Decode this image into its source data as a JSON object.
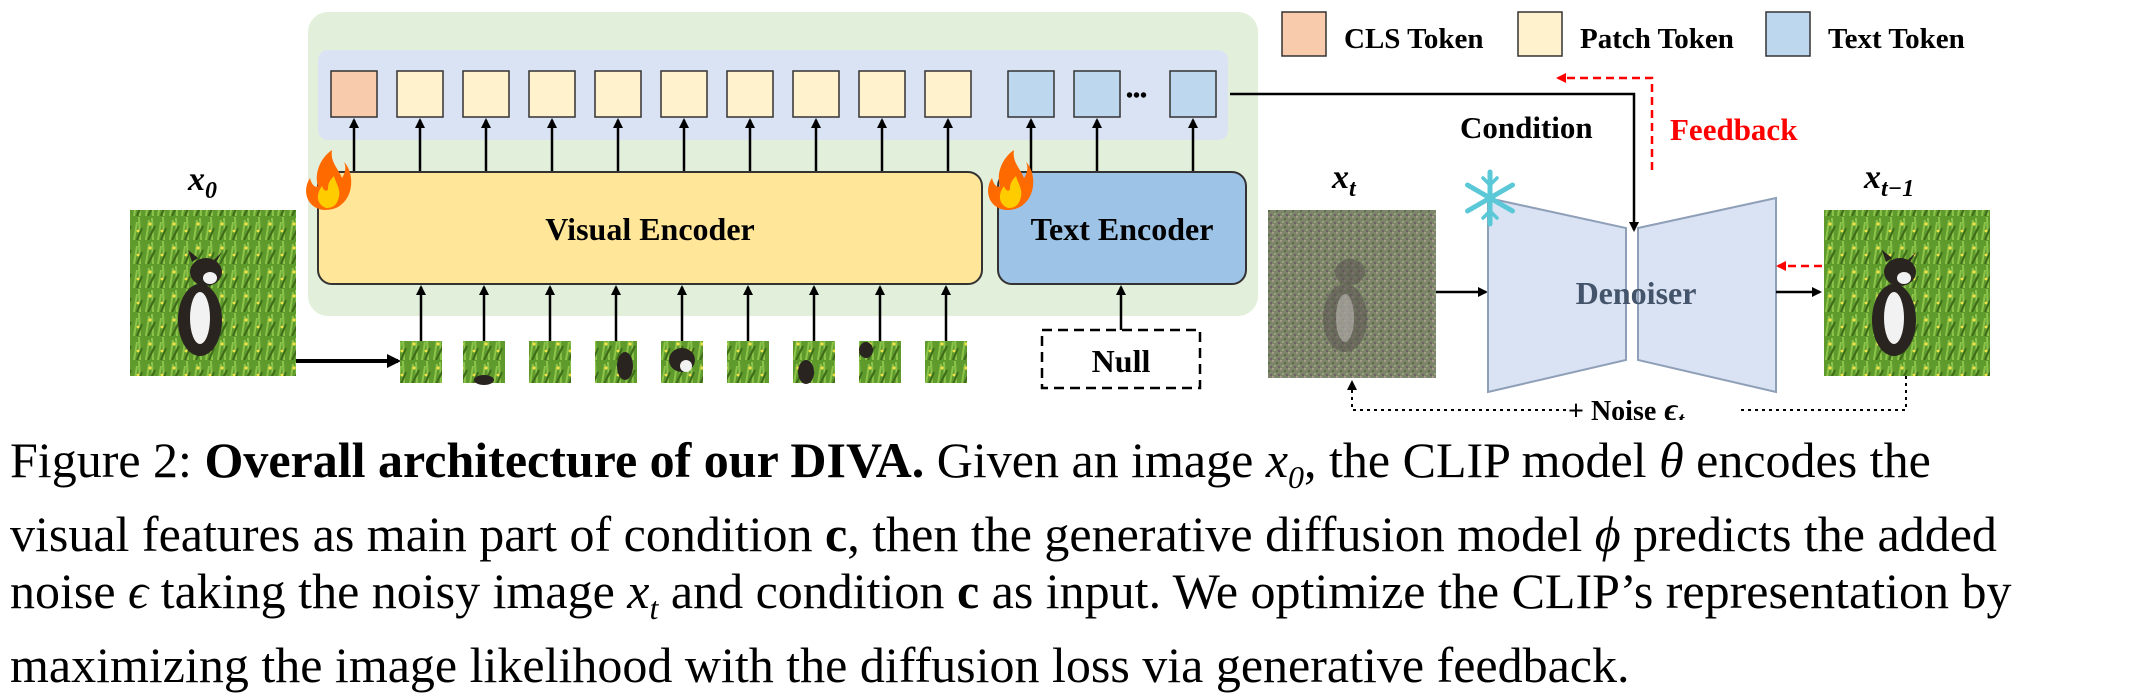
{
  "legend": {
    "cls": "CLS Token",
    "patch": "Patch Token",
    "text": "Text Token"
  },
  "labels": {
    "x0": "x",
    "x0_sub": "0",
    "xt": "x",
    "xt_sub": "t",
    "xt1": "x",
    "xt1_sub": "t−1",
    "visual_encoder": "Visual Encoder",
    "text_encoder": "Text Encoder",
    "null": "Null",
    "condition": "Condition",
    "feedback": "Feedback",
    "denoiser": "Denoiser",
    "noise": "+ Noise",
    "noise_sym": "ϵ",
    "noise_sub": "t",
    "ellipsis": "•••"
  },
  "colors": {
    "cls": "#f8cbad",
    "patch": "#fff2cc",
    "text_token": "#bdd7ee",
    "clip_bg": "#e2efda",
    "token_band": "#dae3f3",
    "visual_encoder": "#ffe699",
    "text_encoder": "#9dc3e6",
    "denoiser": "#dae3f3",
    "feedback": "#ff0000",
    "snowflake": "#5bc8d8",
    "flame": "#ff6a00"
  },
  "caption": {
    "fig_label": "Figure 2:",
    "title": "Overall architecture of our DIVA.",
    "s1": "Given an image",
    "x0": "x",
    "x0_sub": "0",
    "s2": ", the CLIP model",
    "theta": "θ",
    "s3": "encodes the",
    "s4": "visual features as main part of condition",
    "c1": "c",
    "s5": ", then the generative diffusion model",
    "phi": "ϕ",
    "s6": "predicts the added",
    "s7": "noise",
    "eps": "ϵ",
    "s8": "taking the noisy image",
    "xt": "x",
    "xt_sub": "t",
    "s9": "and condition",
    "c2": "c",
    "s10": "as input. We optimize the CLIP’s representation by",
    "s11": "maximizing the image likelihood with the diffusion loss via generative feedback."
  }
}
